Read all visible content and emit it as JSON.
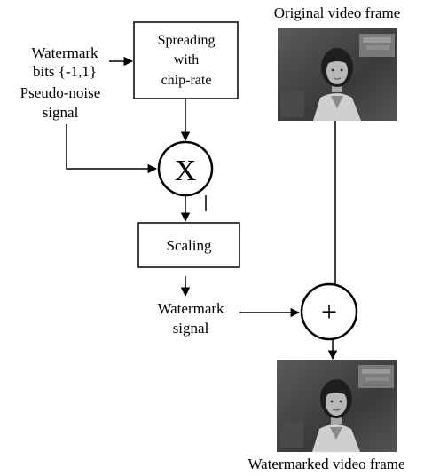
{
  "labels": {
    "original_frame": "Original video frame",
    "watermarked_frame": "Watermarked video frame",
    "watermark_bits_line1": "Watermark",
    "watermark_bits_line2": "bits {-1,1}",
    "pn_line1": "Pseudo-noise",
    "pn_line2": "signal",
    "watermark_signal_line1": "Watermark",
    "watermark_signal_line2": "signal"
  },
  "blocks": {
    "spreading_line1": "Spreading",
    "spreading_line2": "with",
    "spreading_line3": "chip-rate",
    "scaling": "Scaling",
    "multiply_symbol": "X",
    "add_symbol": "+"
  }
}
